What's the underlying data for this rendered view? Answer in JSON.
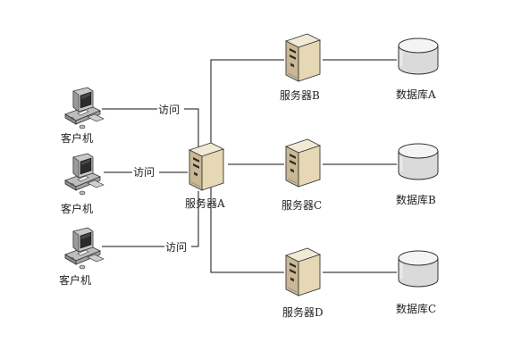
{
  "nodes": {
    "clients": [
      {
        "label": "客户机",
        "icon": "desktop-computer-icon"
      },
      {
        "label": "客户机",
        "icon": "desktop-computer-icon"
      },
      {
        "label": "客户机",
        "icon": "desktop-computer-icon"
      }
    ],
    "servers": [
      {
        "label": "服务器A",
        "icon": "server-tower-icon"
      },
      {
        "label": "服务器B",
        "icon": "server-tower-icon"
      },
      {
        "label": "服务器C",
        "icon": "server-tower-icon"
      },
      {
        "label": "服务器D",
        "icon": "server-tower-icon"
      }
    ],
    "databases": [
      {
        "label": "数据库A",
        "icon": "database-cylinder-icon"
      },
      {
        "label": "数据库B",
        "icon": "database-cylinder-icon"
      },
      {
        "label": "数据库C",
        "icon": "database-cylinder-icon"
      }
    ]
  },
  "edges": {
    "access_labels": [
      "访问",
      "访问",
      "访问"
    ]
  },
  "colors": {
    "line": "#111111",
    "server_body": "#e6d8b4",
    "database_body": "#dcdcdc",
    "computer_body": "#c8c8c8",
    "screen": "#2c2c2c"
  }
}
